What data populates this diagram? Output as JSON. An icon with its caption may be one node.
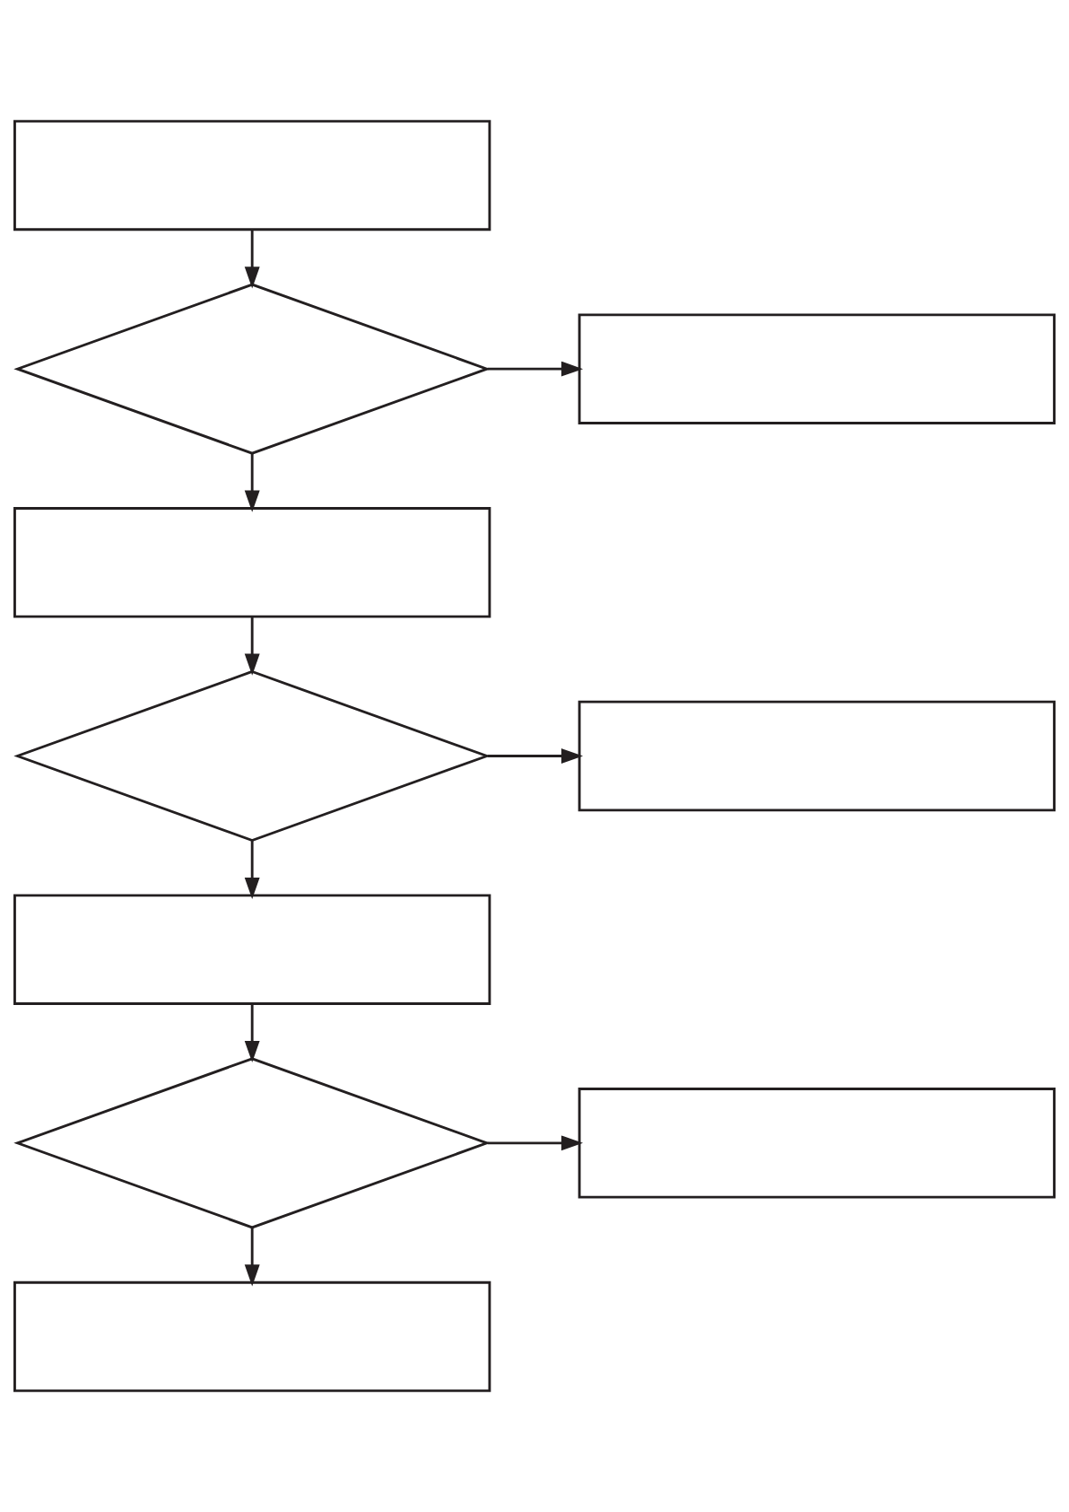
{
  "diagram": {
    "nodes": [
      {
        "text": [],
        "shape": "box"
      },
      {
        "text": [],
        "shape": "diamond"
      },
      {
        "text": [],
        "shape": "box"
      },
      {
        "text": [],
        "shape": "box"
      },
      {
        "text": [],
        "shape": "diamond"
      },
      {
        "text": [],
        "shape": "box"
      },
      {
        "text": [],
        "shape": "box"
      },
      {
        "text": [],
        "shape": "diamond"
      },
      {
        "text": [],
        "shape": "box"
      },
      {
        "text": [],
        "shape": "box"
      }
    ],
    "edges": [
      {
        "from": 0,
        "to": 1,
        "arrow": "to"
      },
      {
        "from": 1,
        "to": 2,
        "arrow": "to"
      },
      {
        "from": 1,
        "to": 3,
        "arrow": "to"
      },
      {
        "from": 3,
        "to": 4,
        "arrow": "to"
      },
      {
        "from": 4,
        "to": 5,
        "arrow": "to"
      },
      {
        "from": 4,
        "to": 6,
        "arrow": "to"
      },
      {
        "from": 6,
        "to": 7,
        "arrow": "to"
      },
      {
        "from": 7,
        "to": 8,
        "arrow": "to"
      },
      {
        "from": 7,
        "to": 9,
        "arrow": "to"
      }
    ]
  }
}
